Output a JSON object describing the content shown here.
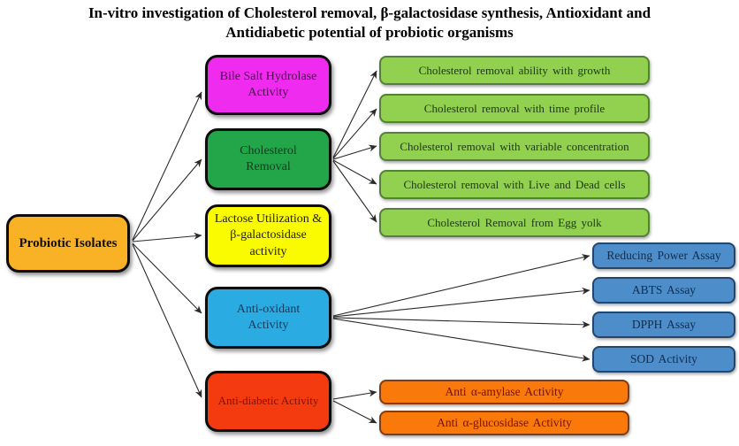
{
  "title": {
    "line1": "In-vitro investigation of Cholesterol removal, β-galactosidase synthesis, Antioxidant and",
    "line2": "Antidiabetic potential of probiotic organisms"
  },
  "nodes": {
    "root": "Probiotic Isolates",
    "bile_salt": "Bile Salt Hydrolase Activity",
    "cholesterol": "Cholesterol Removal",
    "lactose": "Lactose Utilization & β-galactosidase activity",
    "antioxidant": "Anti-oxidant Activity",
    "antidiabetic": "Anti-diabetic Activity"
  },
  "cholesterol_children": [
    "Cholesterol removal ability with growth",
    "Cholesterol removal with time profile",
    "Cholesterol removal with variable concentration",
    "Cholesterol removal with Live and Dead cells",
    "Cholesterol Removal from Egg yolk"
  ],
  "antioxidant_children": [
    "Reducing Power Assay",
    "ABTS Assay",
    "DPPH Assay",
    "SOD Activity"
  ],
  "antidiabetic_children": [
    "Anti α-amylase Activity",
    "Anti α-glucosidase Activity"
  ],
  "colors": {
    "root_fill": "#F9B125",
    "bile_salt_fill": "#EE2BEE",
    "cholesterol_fill": "#23A64A",
    "lactose_fill": "#FBFB00",
    "antioxidant_fill": "#2AACE3",
    "antidiabetic_fill": "#F43B0F",
    "cholesterol_leaf_fill": "#92D050",
    "cholesterol_leaf_border": "#538135",
    "antioxidant_leaf_fill": "#4D8DC9",
    "antioxidant_leaf_border": "#24466e",
    "antidiabetic_leaf_fill": "#F9790B",
    "antidiabetic_leaf_border": "#843C0C",
    "node_border": "#0d0d0d",
    "arrow": "#333333"
  }
}
